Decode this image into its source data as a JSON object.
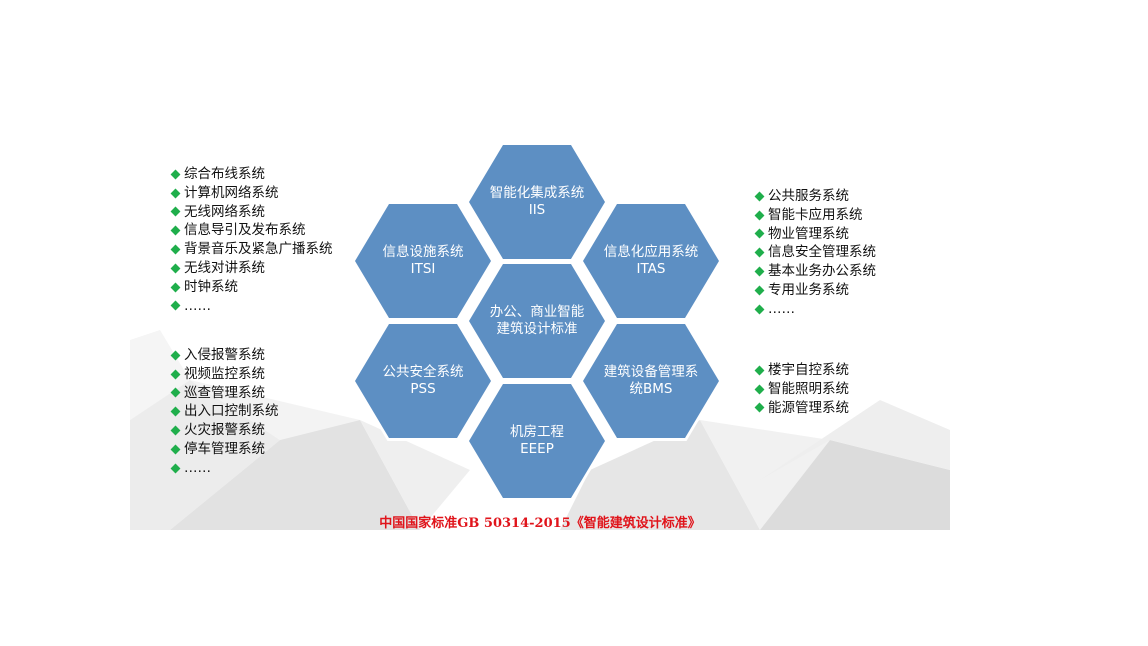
{
  "center": {
    "title": "办公、商业智能建筑设计标准"
  },
  "hexagons": [
    {
      "key": "top",
      "title": "智能化集成系统",
      "sub": "IIS"
    },
    {
      "key": "upper-left",
      "title": "信息设施系统",
      "sub": "ITSI"
    },
    {
      "key": "upper-right",
      "title": "信息化应用系统",
      "sub": "ITAS"
    },
    {
      "key": "lower-left",
      "title": "公共安全系统",
      "sub": "PSS"
    },
    {
      "key": "lower-right",
      "title": "建筑设备管理系统BMS",
      "sub": ""
    },
    {
      "key": "bottom",
      "title": "机房工程",
      "sub": "EEEP"
    }
  ],
  "lists": {
    "left_top": [
      "综合布线系统",
      "计算机网络系统",
      "无线网络系统",
      "信息导引及发布系统",
      "背景音乐及紧急广播系统",
      "无线对讲系统",
      "时钟系统",
      "……"
    ],
    "left_bottom": [
      "入侵报警系统",
      "视频监控系统",
      "巡查管理系统",
      "出入口控制系统",
      "火灾报警系统",
      "停车管理系统",
      "……"
    ],
    "right_top": [
      "公共服务系统",
      "智能卡应用系统",
      "物业管理系统",
      "信息安全管理系统",
      "基本业务办公系统",
      "专用业务系统",
      "……"
    ],
    "right_bottom": [
      "楼宇自控系统",
      "智能照明系统",
      "能源管理系统"
    ]
  },
  "footnote": "中国国家标准GB 50314-2015《智能建筑设计标准》",
  "colors": {
    "hex_fill": "#5d8fc3",
    "bullet": "#1fae4b",
    "footnote": "#e0141b"
  },
  "icons": {
    "bullet": "diamond-bullet-icon"
  }
}
